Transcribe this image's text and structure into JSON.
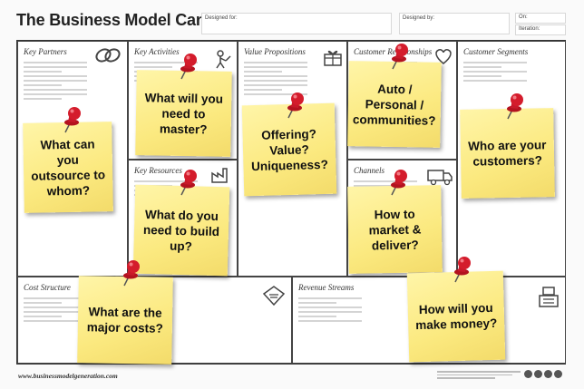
{
  "header": {
    "title": "The Business Model Canvas",
    "designed_for": "Designed for:",
    "designed_by": "Designed by:",
    "on": "On:",
    "iteration": "Iteration:"
  },
  "blocks": {
    "key_partners": "Key Partners",
    "key_activities": "Key Activities",
    "value_propositions": "Value Propositions",
    "customer_relationships": "Customer Relationships",
    "customer_segments": "Customer Segments",
    "key_resources": "Key Resources",
    "channels": "Channels",
    "cost_structure": "Cost Structure",
    "revenue_streams": "Revenue Streams"
  },
  "notes": {
    "key_partners": "What can you outsource to whom?",
    "key_activities": "What will you need to master?",
    "value_propositions": "Offering? Value? Uniqueness?",
    "customer_relationships": "Auto / Personal / communities?",
    "customer_segments": "Who are your customers?",
    "key_resources": "What do you need to build up?",
    "channels": "How to market & deliver?",
    "cost_structure": "What are the major costs?",
    "revenue_streams": "How will you make money?"
  },
  "footer": {
    "url": "www.businessmodelgeneration.com"
  },
  "colors": {
    "note": "#fbe97f",
    "pin": "#d41c2c",
    "border": "#333333"
  }
}
